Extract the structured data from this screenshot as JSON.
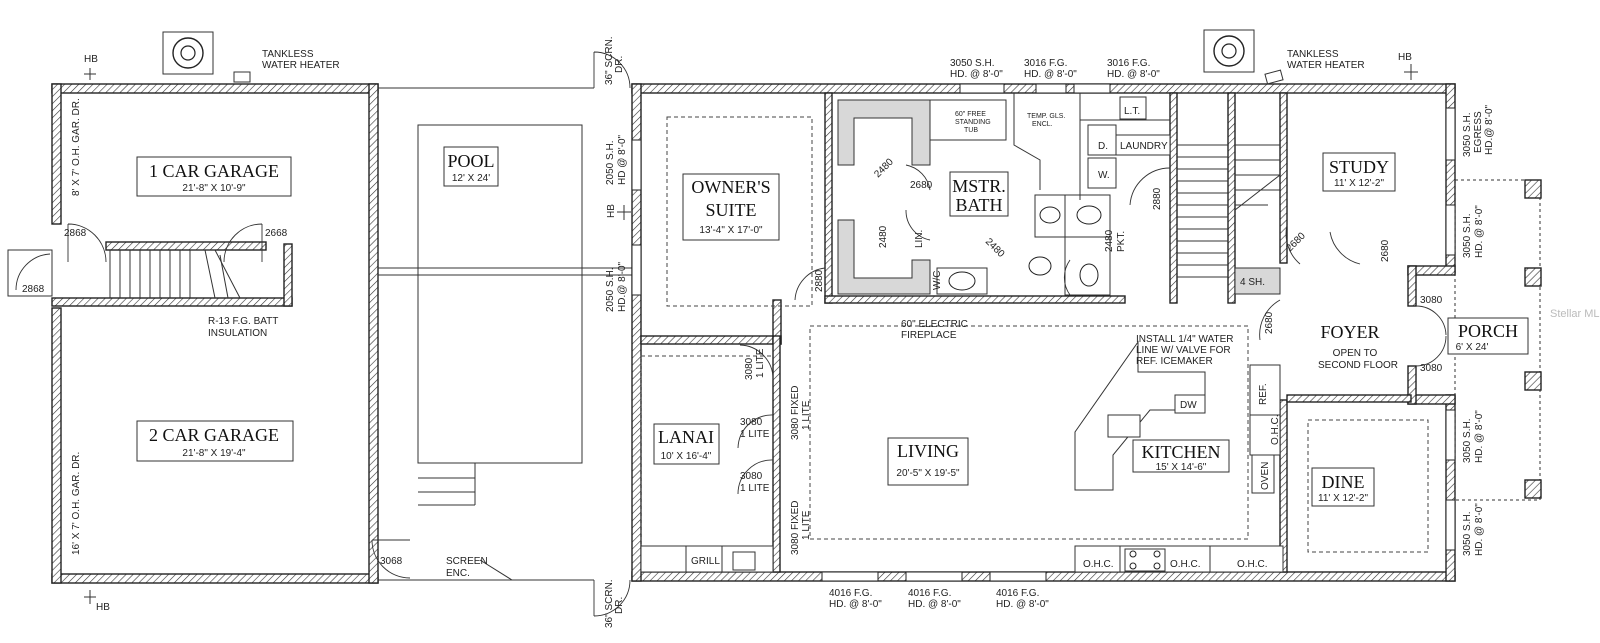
{
  "rooms": {
    "garage1": {
      "name": "1 CAR GARAGE",
      "dims": "21'-8\" X 10'-9\""
    },
    "garage2": {
      "name": "2 CAR GARAGE",
      "dims": "21'-8\" X 19'-4\""
    },
    "pool": {
      "name": "POOL",
      "dims": "12' X 24'"
    },
    "owner": {
      "name1": "OWNER'S",
      "name2": "SUITE",
      "dims": "13'-4\" X 17'-0\""
    },
    "bath": {
      "name1": "MSTR.",
      "name2": "BATH"
    },
    "study": {
      "name": "STUDY",
      "dims": "11' X 12'-2\""
    },
    "foyer": {
      "name": "FOYER",
      "note1": "OPEN TO",
      "note2": "SECOND FLOOR"
    },
    "porch": {
      "name": "PORCH",
      "dims": "6' X 24'"
    },
    "lanai": {
      "name": "LANAI",
      "dims": "10' X 16'-4\""
    },
    "living": {
      "name": "LIVING",
      "dims": "20'-5\" X 19'-5\""
    },
    "kitchen": {
      "name": "KITCHEN",
      "dims": "15' X 14'-6\""
    },
    "dine": {
      "name": "DINE",
      "dims": "11' X 12'-2\""
    }
  },
  "notes": {
    "tankless1": "TANKLESS",
    "tankless2": "WATER HEATER",
    "hb": "HB",
    "scrn1": "36\" SCRN.",
    "scrn2": "DR.",
    "batt1": "R-13 F.G. BATT",
    "batt2": "INSULATION",
    "screen1": "SCREEN",
    "screen2": "ENC.",
    "fireplace1": "60\" ELECTRIC",
    "fireplace2": "FIREPLACE",
    "ice1": "INSTALL 1/4\" WATER",
    "ice2": "LINE W/ VALVE FOR",
    "ice3": "REF. ICEMAKER",
    "tub1": "60\" FREE",
    "tub2": "STANDING",
    "tub3": "TUB",
    "glass1": "TEMP. GLS.",
    "glass2": "ENCL.",
    "laundry": "LAUNDRY",
    "lt": "L.T.",
    "d": "D.",
    "w": "W.",
    "lin": "LIN.",
    "wic": "W/C",
    "pkt": "PKT.",
    "sh4": "4 SH.",
    "dw": "DW",
    "ref": "REF.",
    "ohc": "O.H.C.",
    "oven": "OVEN",
    "grill": "GRILL"
  },
  "windows": {
    "top1a": "3050 S.H.",
    "top1b": "HD. @ 8'-0\"",
    "top2a": "3016 F.G.",
    "top2b": "HD. @ 8'-0\"",
    "top3a": "3016 F.G.",
    "top3b": "HD. @ 8'-0\"",
    "bot1a": "4016 F.G.",
    "bot1b": "HD. @ 8'-0\"",
    "bot2a": "4016 F.G.",
    "bot2b": "HD. @ 8'-0\"",
    "bot3a": "4016 F.G.",
    "bot3b": "HD. @ 8'-0\"",
    "left1a": "2050 S.H.",
    "left1b": "HD @ 8'-0\"",
    "left2a": "2050 S.H.",
    "left2b": "HD.@ 8'-0\"",
    "right1a": "3050 S.H.",
    "right1b": "EGRESS",
    "right1c": "HD.@ 8'-0\"",
    "right2a": "3050 S.H.",
    "right2b": "HD. @ 8'-0\"",
    "right3a": "3050 S.H.",
    "right3b": "HD. @ 8'-0\"",
    "right4a": "3050 S.H.",
    "right4b": "HD. @ 8'-0\"",
    "gar1": "8' X 7' O.H. GAR. DR.",
    "gar2": "16' X 7' O.H. GAR. DR.",
    "fixed1a": "3080 FIXED",
    "fixed1b": "1 LITE",
    "fixed2a": "3080 FIXED",
    "fixed2b": "1 LITE"
  },
  "doors": {
    "d2868a": "2868",
    "d2868b": "2868",
    "d2668": "2668",
    "d3068": "3068",
    "d2480a": "2480",
    "d2680a": "2680",
    "d2480b": "2480",
    "d2480c": "2480",
    "d2880a": "2880",
    "d2880b": "2880",
    "d2480d": "2480",
    "d2680b": "2680",
    "d2680c": "2680",
    "d2680d": "2680",
    "d3080a": "3080",
    "d3080b": "3080",
    "lite3080a": "3080",
    "lite1a": "1 LITE",
    "lite3080b": "3080",
    "lite1b": "1 LITE",
    "lite3080c": "3080",
    "lite1c": "1 LITE"
  },
  "watermark": "Stellar MLS"
}
